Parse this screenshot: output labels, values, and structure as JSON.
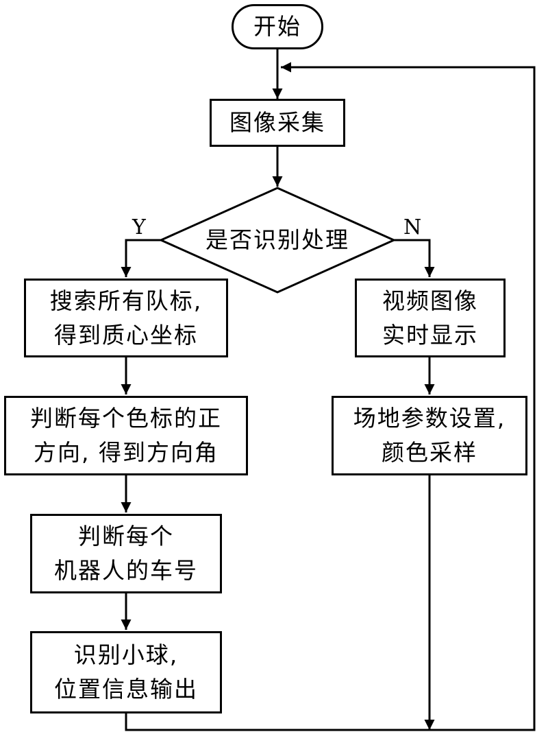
{
  "start": "开始",
  "acquire": "图像采集",
  "decision": "是否识别处理",
  "yes": "Y",
  "no": "N",
  "yes_branch": [
    [
      "搜索所有队标,",
      "得到质心坐标"
    ],
    [
      "判断每个色标的正",
      "方向, 得到方向角"
    ],
    [
      "判断每个",
      "机器人的车号"
    ],
    [
      "识别小球,",
      "位置信息输出"
    ]
  ],
  "no_branch": [
    [
      "视频图像",
      "实时显示"
    ],
    [
      "场地参数设置,",
      "颜色采样"
    ]
  ]
}
